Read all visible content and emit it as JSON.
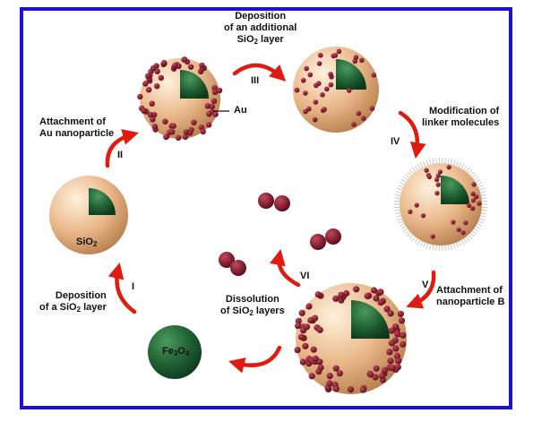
{
  "colors": {
    "border": "#1a10d8",
    "silica": "#e8b98c",
    "core": "#1f5e32",
    "gold_particle": "#7a1426",
    "arrow": "#e01b12"
  },
  "labels": {
    "step1": {
      "numeral": "I",
      "line1": "Deposition",
      "line2_pre": "of a SiO",
      "sub": "2",
      "line2_post": " layer"
    },
    "step2": {
      "numeral": "II",
      "line1": "Attachment of",
      "line2": "Au nanoparticle"
    },
    "step3": {
      "numeral": "III",
      "line1": "Deposition",
      "line2": "of an additional",
      "line3_pre": "SiO",
      "sub": "2",
      "line3_post": " layer"
    },
    "step4": {
      "numeral": "IV",
      "line1": "Modification of",
      "line2": "linker molecules"
    },
    "step5": {
      "numeral": "V",
      "line1": "Attachment of",
      "line2": "nanoparticle B"
    },
    "step6": {
      "numeral": "VI",
      "line1": "Dissolution",
      "line2_pre": "of SiO",
      "sub": "2",
      "line2_post": " layers"
    },
    "au_callout": "Au",
    "sio2_sphere_pre": "SiO",
    "sio2_sphere_sub": "2",
    "fe3o4_pre": "Fe",
    "fe3o4_sub1": "3",
    "fe3o4_mid": "O",
    "fe3o4_sub2": "4"
  }
}
